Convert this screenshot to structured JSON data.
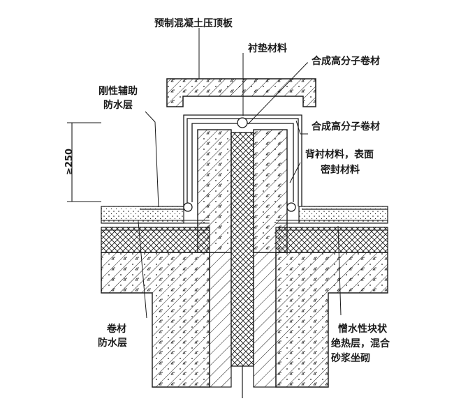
{
  "labels": {
    "precast_cap": "预制混凝土压顶板",
    "padding_material": "衬垫材料",
    "polymer_sheet_1": "合成高分子卷材",
    "rigid_aux_line1": "刚性辅助",
    "rigid_aux_line2": "防水层",
    "polymer_sheet_2": "合成高分子卷材",
    "backing_line1": "背衬材料，表面",
    "backing_line2": "密封材料",
    "sheet_wp_line1": "卷材",
    "sheet_wp_line2": "防水层",
    "insulation_line1": "憎水性块状",
    "insulation_line2": "绝热层，混合",
    "insulation_line3": "砂浆坐砌"
  },
  "dimension": {
    "text": "≥250"
  },
  "colors": {
    "line": "#1a1a1a",
    "background": "#ffffff"
  }
}
